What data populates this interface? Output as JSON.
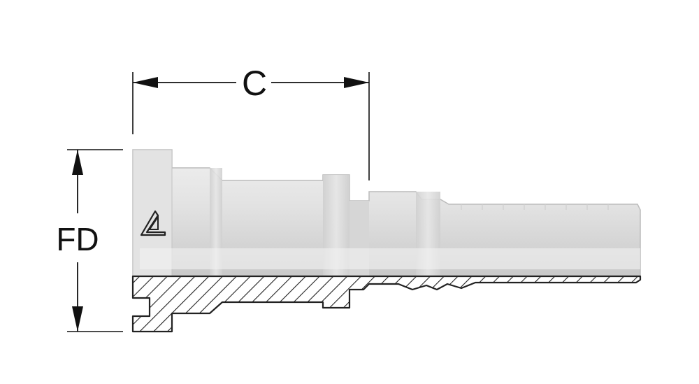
{
  "dimensions": {
    "length_label": "C",
    "diameter_label": "FD"
  },
  "logo": {
    "icon": "manufacturer-triangle-logo"
  },
  "colors": {
    "ink": "#111111",
    "metal_light": "#e8e8e8",
    "metal_mid": "#d4d4d4",
    "metal_dark": "#bdbdbd",
    "section_fill": "#ffffff",
    "hatch": "#222222"
  }
}
